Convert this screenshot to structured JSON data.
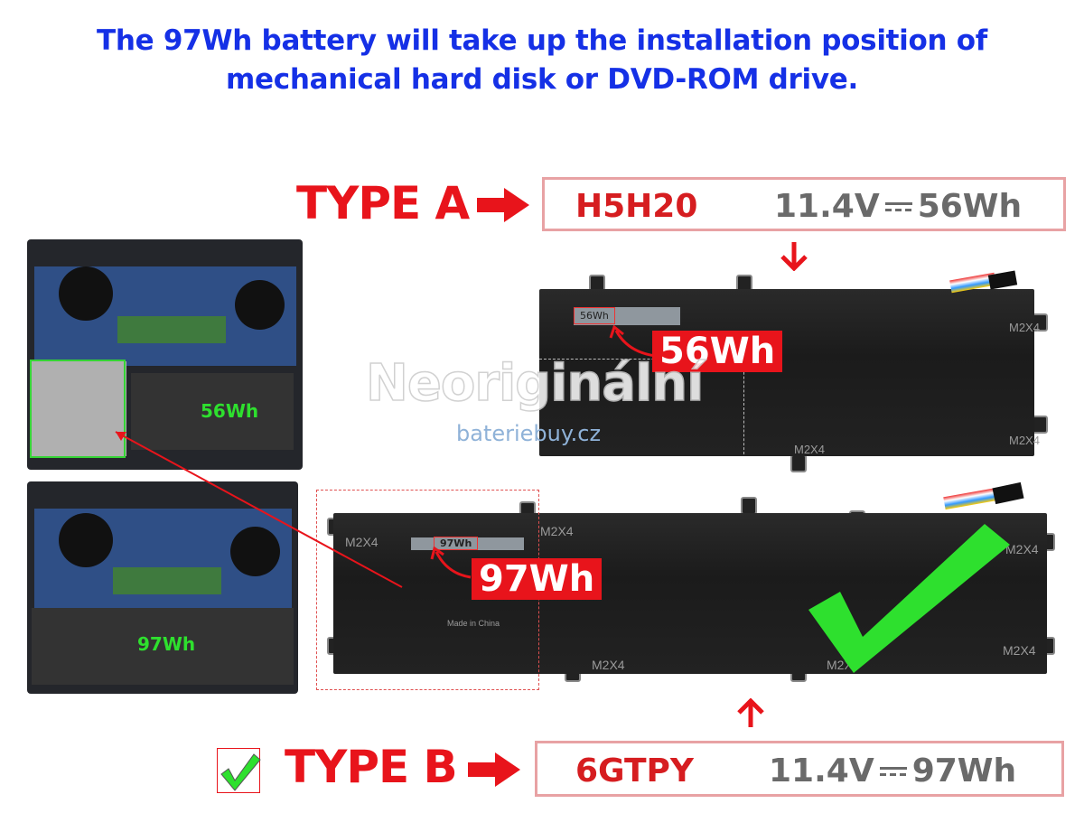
{
  "title": {
    "line1": "The 97Wh battery will take up the installation position of",
    "line2": "mechanical hard disk or DVD-ROM drive."
  },
  "type_a": {
    "label": "TYPE A",
    "code": "H5H20",
    "voltage": "11.4V",
    "capacity": "56Wh",
    "battery_tag": "56Wh",
    "sticker_text": "56Wh",
    "laptop_tag": "56Wh"
  },
  "type_b": {
    "label": "TYPE B",
    "code": "6GTPY",
    "voltage": "11.4V",
    "capacity": "97Wh",
    "battery_tag": "97Wh",
    "sticker_text": "97Wh",
    "laptop_tag": "97Wh",
    "made_in": "Made in China"
  },
  "screw_label": "M2X4",
  "watermark": {
    "main": "Neoriginální",
    "site": "bateriebuy.cz"
  },
  "colors": {
    "title": "#1530e6",
    "type_red": "#e8141b",
    "box_border": "#e8a2a4",
    "spec_gray": "#6a6a6a",
    "check_green": "#2ee02e"
  }
}
